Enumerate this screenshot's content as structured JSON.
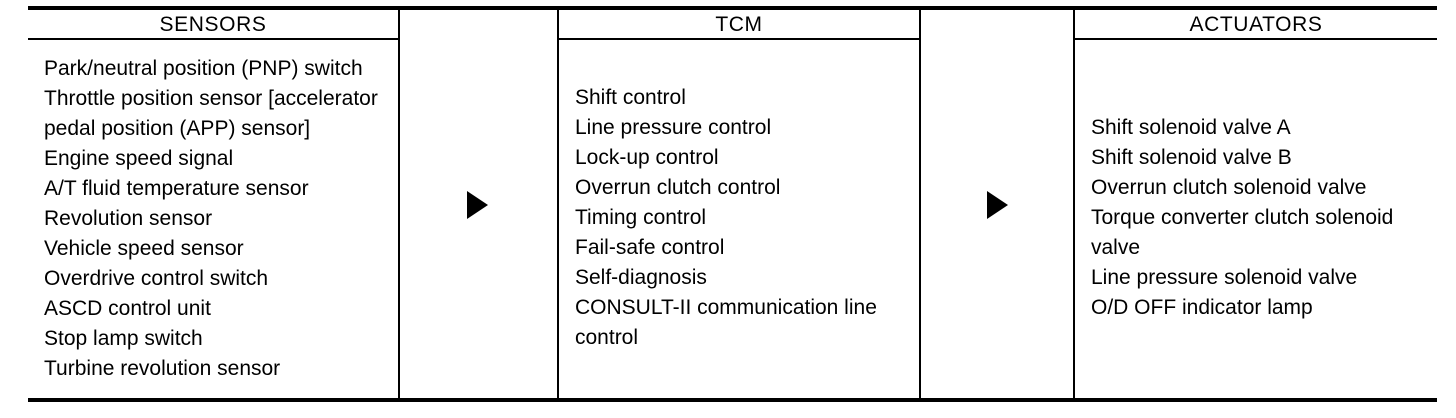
{
  "diagram": {
    "columns": [
      {
        "id": "sensors",
        "header": "SENSORS",
        "items": [
          "Park/neutral position (PNP) switch",
          "Throttle position sensor [accelerator pedal position (APP) sensor]",
          "Engine speed signal",
          "A/T fluid temperature sensor",
          "Revolution sensor",
          "Vehicle speed sensor",
          "Overdrive control switch",
          "ASCD control unit",
          "Stop lamp switch",
          "Turbine revolution sensor"
        ]
      },
      {
        "id": "tcm",
        "header": "TCM",
        "items": [
          "Shift control",
          "Line pressure control",
          "Lock-up control",
          "Overrun clutch control",
          "Timing control",
          "Fail-safe control",
          "Self-diagnosis",
          "CONSULT-II communication line control"
        ]
      },
      {
        "id": "actuators",
        "header": "ACTUATORS",
        "items": [
          "Shift solenoid valve A",
          "Shift solenoid valve B",
          "Overrun clutch solenoid valve",
          "Torque converter clutch solenoid valve",
          "Line pressure solenoid valve",
          "O/D OFF indicator lamp"
        ]
      }
    ],
    "arrows": [
      {
        "id": "sensors-to-tcm",
        "icon": "right-triangle-arrow-icon"
      },
      {
        "id": "tcm-to-actuators",
        "icon": "right-triangle-arrow-icon"
      }
    ],
    "colors": {
      "line": "#000000",
      "text": "#000000",
      "background": "#ffffff"
    }
  }
}
